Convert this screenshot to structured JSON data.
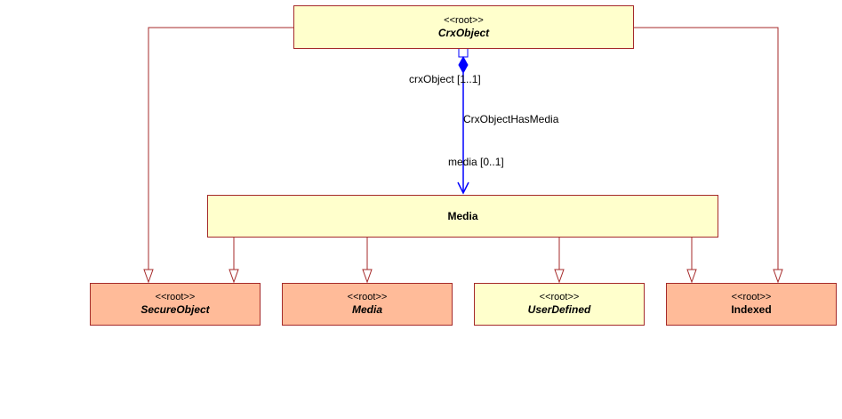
{
  "classes": {
    "crx_object": {
      "stereotype": "<<root>>",
      "name": "CrxObject"
    },
    "media_main": {
      "name": "Media"
    },
    "secure_object": {
      "stereotype": "<<root>>",
      "name": "SecureObject"
    },
    "media_root": {
      "stereotype": "<<root>>",
      "name": "Media"
    },
    "user_defined": {
      "stereotype": "<<root>>",
      "name": "UserDefined"
    },
    "indexed": {
      "stereotype": "<<root>>",
      "name": "Indexed"
    }
  },
  "association": {
    "source_role": "crxObject [1..1]",
    "name": "CrxObjectHasMedia",
    "target_role": "media [0..1]"
  },
  "colors": {
    "line": "#a52a2a",
    "association": "#0000ff",
    "box_yellow": "#ffffcc",
    "box_salmon": "#ffbb99"
  }
}
